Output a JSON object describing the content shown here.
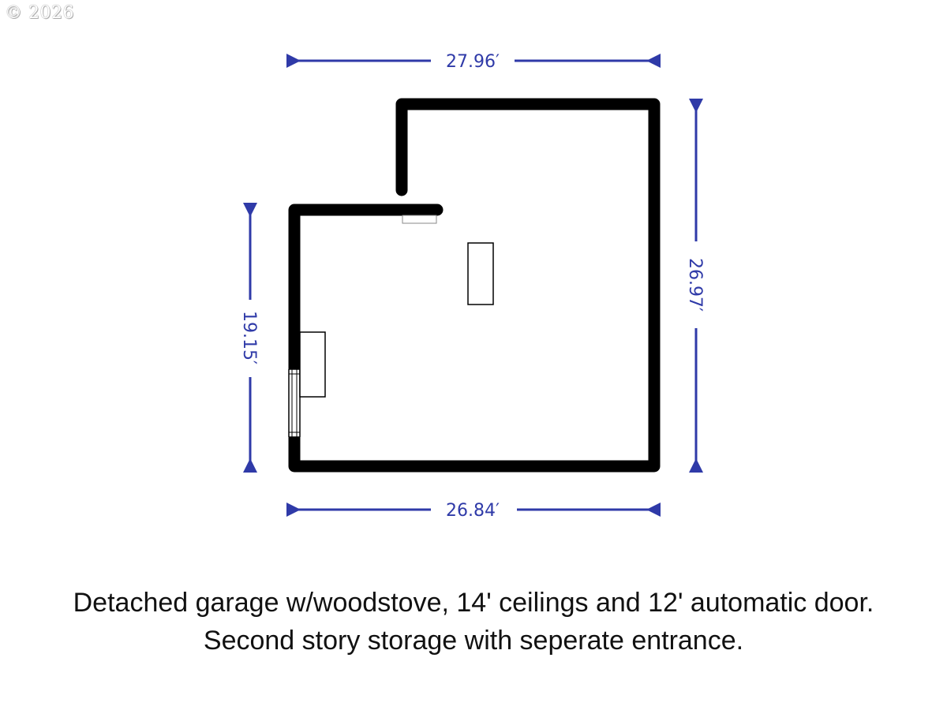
{
  "watermark": "© 2026",
  "dimensions": {
    "top": "27.96′",
    "bottom": "26.84′",
    "left": "19.15′",
    "right": "26.97′"
  },
  "caption": {
    "line1": "Detached garage w/woodstove, 14' ceilings and 12' automatic door.",
    "line2": "Second story storage with seperate entrance."
  },
  "colors": {
    "wall": "#000000",
    "dimension": "#2f3aa8",
    "background": "#ffffff"
  }
}
